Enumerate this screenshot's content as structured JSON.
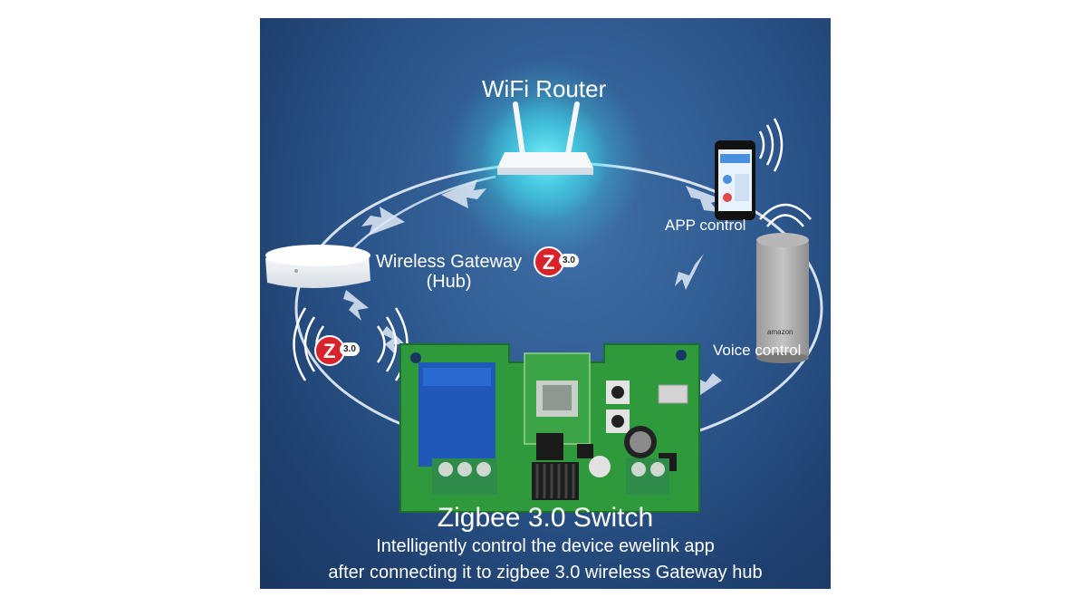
{
  "labels": {
    "router": "WiFi Router",
    "app": "APP control",
    "gateway_line1": "Wireless Gateway",
    "gateway_line2": "(Hub)",
    "voice": "Voice control",
    "product": "Zigbee 3.0 Switch",
    "desc_line1": "Intelligently control the device ewelink app",
    "desc_line2": "after connecting it to zigbee 3.0 wireless Gateway hub"
  },
  "badges": {
    "zigbee_version": "3.0",
    "speaker_brand": "amazon"
  },
  "colors": {
    "background": "#2c578d",
    "pcb": "#2f9a3c",
    "relay": "#1f58b8",
    "zigbee_red": "#d8232a",
    "wifi_glow": "#3ee0f0"
  }
}
